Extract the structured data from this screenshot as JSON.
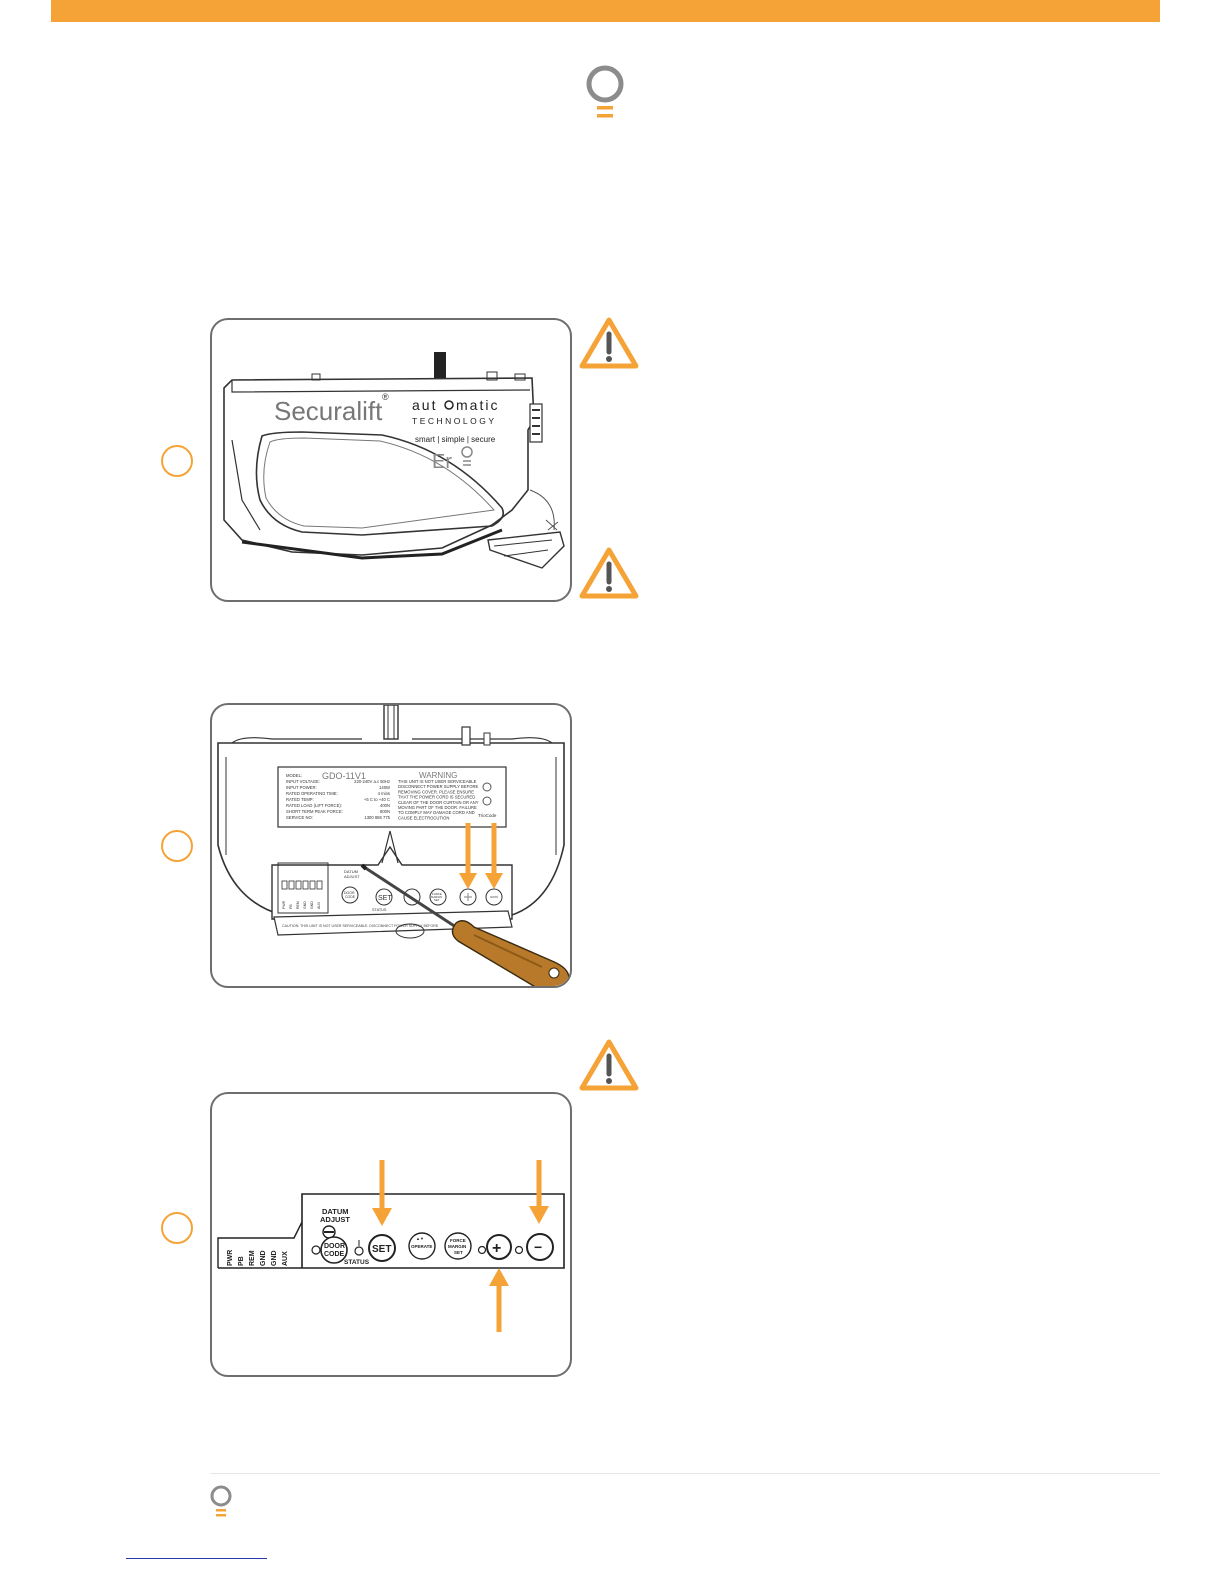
{
  "colors": {
    "accent": "#f5a337",
    "line": "#3a3a3a",
    "panel_border": "#6e6e6e"
  },
  "icons": {
    "header": "error-bulb-icon",
    "warning": "warning-triangle-icon",
    "footer": "error-bulb-icon"
  },
  "figure1": {
    "brand": "Securalift",
    "registered": "®",
    "logo_line1": "aut",
    "logo_line1b": "matic",
    "logo_line2": "TECHNOLOGY",
    "tagline": "smart | simple | secure",
    "display": "Er"
  },
  "figure2": {
    "model_title": "GDO-11V1",
    "warning_title": "WARNING",
    "label_left": [
      "MODEL:",
      "INPUT VOLTAGE:",
      "INPUT POWER:",
      "RATED OPERATING TIME:",
      "RATED TEMP:",
      "RATED LOAD (LIFT FORCE):",
      "SHORT TERM PEAK FORCE:",
      "SERVICE NO:"
    ],
    "label_values": [
      "",
      "220-240V a.c 50Hz",
      "140W",
      "4 mins",
      "+5 C to +40 C",
      "400N",
      "800N",
      "1300 886 775"
    ],
    "warning_lines": [
      "THIS UNIT IS NOT USER SERVICEABLE",
      "DISCONNECT POWER SUPPLY BEFORE",
      "REMOVING COVER. PLEASE ENSURE",
      "THAT THE POWER CORD IS SECURED",
      "CLEAR OF THE DOOR CURTAIN OR ANY",
      "MOVING PART OF THE DOOR. FAILURE",
      "TO COMPLY MAY DAMAGE CORD AND",
      "CAUSE ELECTROCUTION"
    ],
    "trycode": "TrioCode",
    "datum_adjust": [
      "DATUM",
      "ADJUST"
    ],
    "door_code": [
      "DOOR",
      "CODE"
    ],
    "set": "SET",
    "status": "STATUS",
    "force": [
      "FORCE",
      "MARGIN",
      "SET"
    ],
    "terminals": [
      "PWR",
      "PB",
      "REM",
      "GND",
      "GND",
      "AUX"
    ],
    "caution": "CAUTION: THIS UNIT IS NOT USER SERVICEABLE. DISCONNECT POWER SUPPLY BEFORE"
  },
  "figure3": {
    "terminals": [
      "PWR",
      "PB",
      "REM",
      "GND",
      "GND",
      "AUX"
    ],
    "datum": "DATUM",
    "adjust": "ADJUST",
    "door": "DOOR",
    "code": "CODE",
    "set": "SET",
    "status": "STATUS",
    "operate_top": "▲▼",
    "operate": "OPERATE",
    "force": "FORCE",
    "margin": "MARGIN",
    "force_set": "SET",
    "plus": "+",
    "minus": "−"
  }
}
